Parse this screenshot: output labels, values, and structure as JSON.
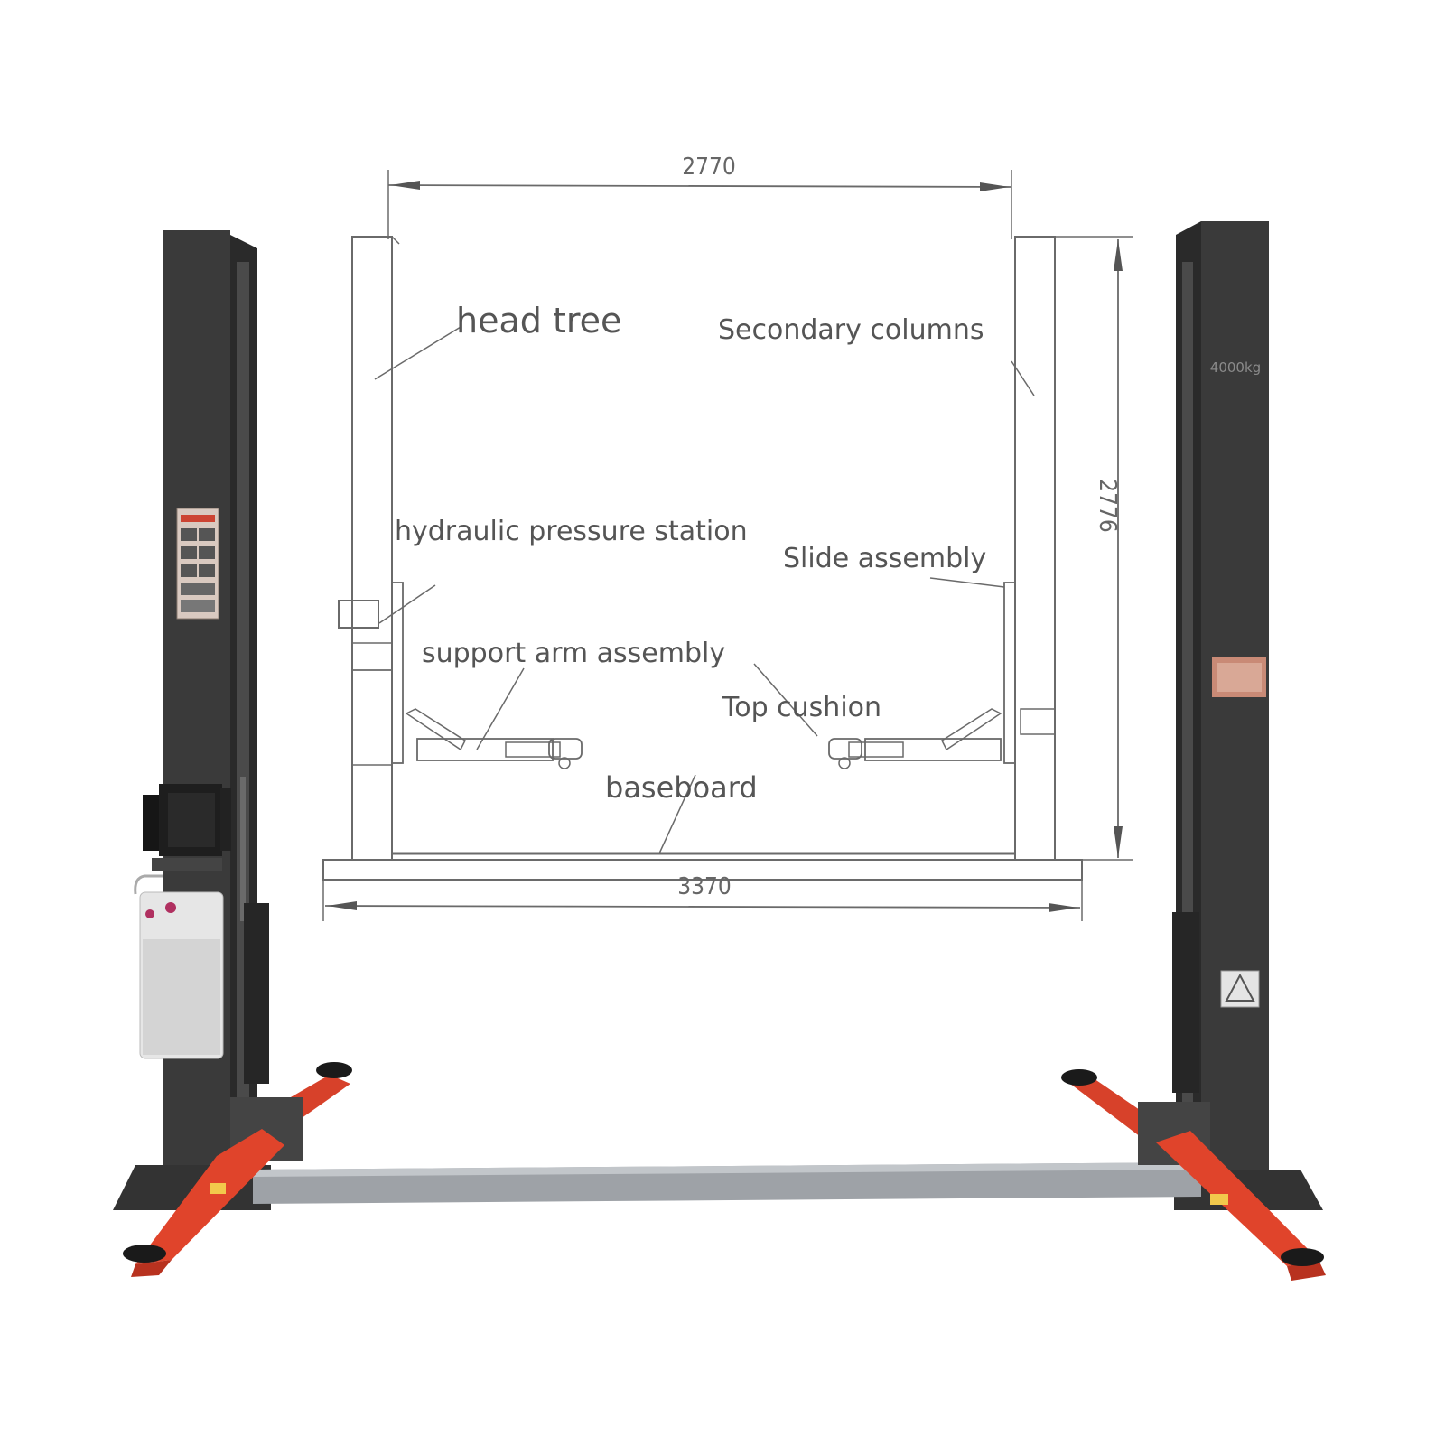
{
  "diagram": {
    "labels": {
      "head_tree": "head tree",
      "secondary_columns": "Secondary columns",
      "hydraulic_station": "hydraulic pressure station",
      "slide_assembly": "Slide assembly",
      "support_arm": "support arm assembly",
      "top_cushion": "Top cushion",
      "baseboard": "baseboard"
    },
    "dimensions": {
      "inner_width": "2770",
      "outer_width": "3370",
      "height": "2776"
    },
    "capacity_label": "4000kg"
  },
  "colors": {
    "column": "#3a3a3a",
    "column_dark": "#2b2b2b",
    "arm_red": "#e0442b",
    "arm_red_dark": "#b8321f",
    "floor_plate": "#9a9ea3",
    "tank": "#e8e8e8",
    "drawing_line": "#6a6a6a"
  }
}
